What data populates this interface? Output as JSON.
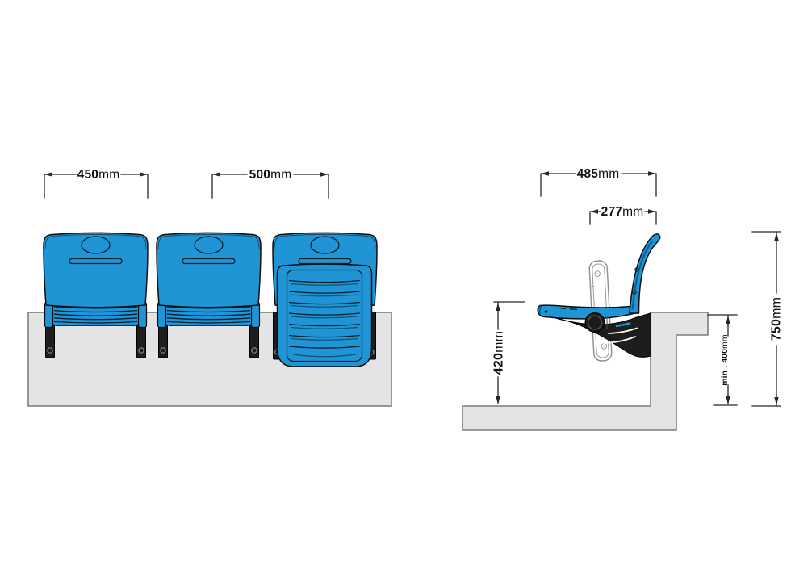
{
  "colors": {
    "seat_blue": "#2095d5",
    "frame_black": "#1d1d1d",
    "concrete_fill": "#e4e4e4",
    "concrete_edge": "#7d7d7d",
    "line": "#262626",
    "text_color": "#111111",
    "ghost": "#8e8e8e"
  },
  "views": {
    "front": {
      "dims": {
        "seat_width": {
          "value": "450",
          "unit": "mm"
        },
        "seat_pitch": {
          "value": "500",
          "unit": "mm"
        }
      }
    },
    "side": {
      "dims": {
        "depth_open": {
          "value": "485",
          "unit": "mm"
        },
        "depth_folded": {
          "value": "277",
          "unit": "mm"
        },
        "seat_height": {
          "value": "420",
          "unit": "mm"
        },
        "step_height": {
          "value": "min . 400",
          "unit": "mm"
        },
        "total_height": {
          "value": "750",
          "unit": "mm"
        }
      }
    }
  }
}
